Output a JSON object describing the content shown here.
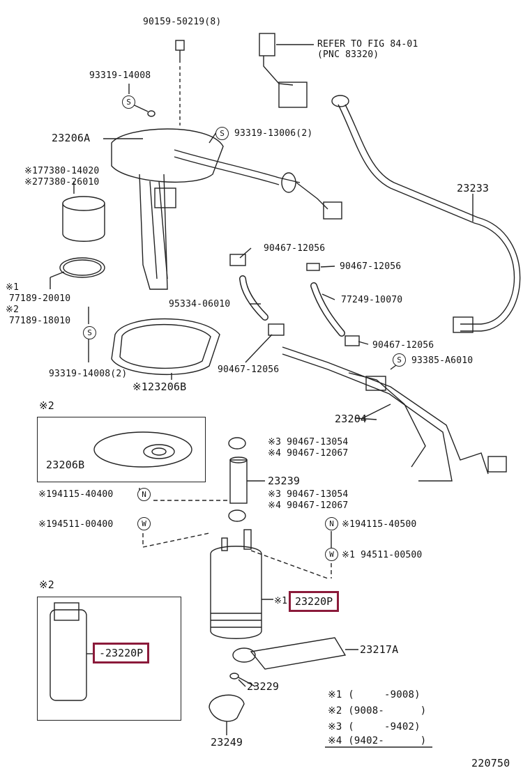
{
  "parts": {
    "p90159": "90159-50219(8)",
    "refer1": "REFER TO FIG 84-01",
    "refer2": "(PNC 83320)",
    "p93319a": "93319-14008",
    "p23206a": "23206A",
    "p93319b": "93319-13006(2)",
    "p77380a": "※177380-14020",
    "p77380b": "※277380-26010",
    "p23233": "23233",
    "p90467a": "90467-12056",
    "p90467b": "90467-12056",
    "mark1": "※1",
    "p77189a": "77189-20010",
    "mark2": "※2",
    "p77189b": "77189-18010",
    "p95334": "95334-06010",
    "p77249": "77249-10070",
    "p90467c": "90467-12056",
    "p93385": "93385-A6010",
    "p90467d": "90467-12056",
    "p93319c": "93319-14008(2)",
    "p23206b_top": "※123206B",
    "box1_mark": "※2",
    "p23206b_box": "23206B",
    "p23204": "23204",
    "p90467e": "※3 90467-13054",
    "p90467f": "※4 90467-12067",
    "p23239": "23239",
    "p194115a": "※194115-40400",
    "p90467g": "※3 90467-13054",
    "p90467h": "※4 90467-12067",
    "p194511a": "※194511-00400",
    "p194115b": "※194115-40500",
    "p194511b": "※1 94511-00500",
    "box2_mark": "※2",
    "mark_pump": "※1",
    "p23220p_main": "23220P",
    "p23220p_box": "-23220P",
    "p23217a": "23217A",
    "p23229": "23229",
    "p23249": "23249",
    "fig_no": "220750"
  },
  "circles": {
    "s": "S",
    "n": "N",
    "w": "W"
  },
  "legend": [
    "※1 (     -9008)",
    "※2 (9008-      )",
    "※3 (     -9402)",
    "※4 (9402-      )"
  ],
  "highlight_color": "#8b1a3a"
}
